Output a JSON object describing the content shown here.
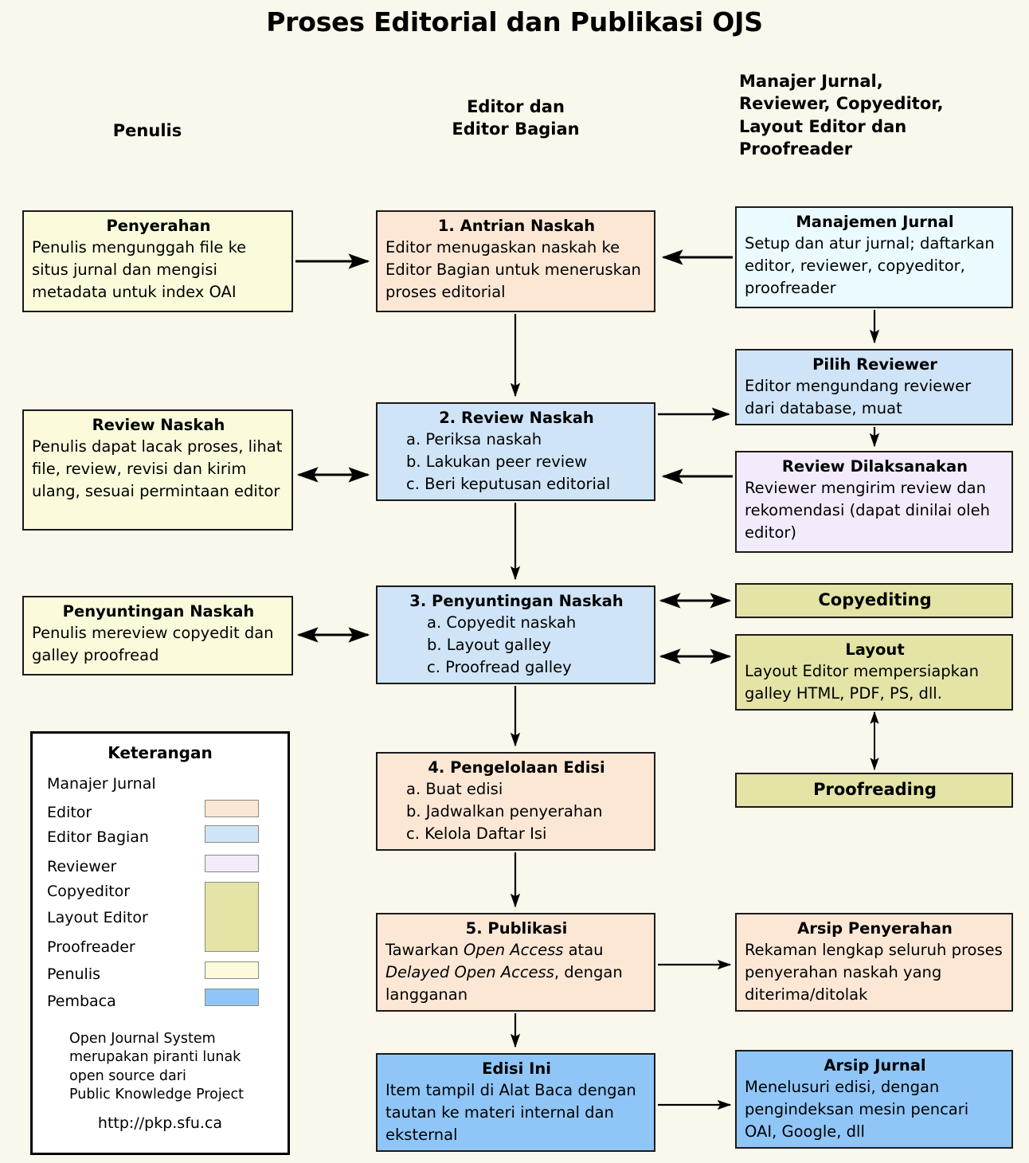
{
  "title": "Proses Editorial dan Publikasi OJS",
  "columns": [
    {
      "id": "penulis",
      "label": "Penulis"
    },
    {
      "id": "editor",
      "label": "Editor dan\nEditor Bagian"
    },
    {
      "id": "lainnya",
      "label": "Manajer Jurnal,\nReviewer, Copyeditor,\nLayout Editor dan\nProofreader"
    }
  ],
  "boxes": {
    "penyerahan": {
      "title": "Penyerahan",
      "body": "Penulis mengunggah file ke situs jurnal dan mengisi metadata untuk index OAI",
      "role": "Penulis",
      "color": "#fbfbdc"
    },
    "antrian_naskah": {
      "title": "1. Antrian Naskah",
      "body": "Editor menugaskan naskah ke Editor Bagian untuk meneruskan proses editorial",
      "role": "Editor",
      "color": "#fce7d5"
    },
    "manajemen_jurnal": {
      "title": "Manajemen Jurnal",
      "body": "Setup dan atur jurnal; daftarkan editor, reviewer, copyeditor, proofreader",
      "role": "Manajer Jurnal",
      "color": "#eafaff"
    },
    "review_naskah_penulis": {
      "title": "Review Naskah",
      "body": "Penulis dapat lacak proses, lihat file, review, revisi dan kirim ulang, sesuai permintaan editor",
      "role": "Penulis",
      "color": "#fbfbdc"
    },
    "review_naskah_editor": {
      "title": "2. Review Naskah",
      "lines": [
        "a. Periksa naskah",
        "b. Lakukan peer review",
        "c. Beri keputusan editorial"
      ],
      "role": "Editor Bagian",
      "color": "#cfe4f7"
    },
    "pilih_reviewer": {
      "title": "Pilih Reviewer",
      "body": "Editor mengundang reviewer dari database, muat",
      "role": "Editor Bagian",
      "color": "#cfe4f7"
    },
    "review_dilaksanakan": {
      "title": "Review Dilaksanakan",
      "body": "Reviewer mengirim review dan rekomendasi (dapat dinilai oleh editor)",
      "role": "Reviewer",
      "color": "#f3ebfb"
    },
    "penyuntingan_penulis": {
      "title": "Penyuntingan Naskah",
      "body": "Penulis mereview copyedit dan galley proofread",
      "role": "Penulis",
      "color": "#fbfbdc"
    },
    "penyuntingan_editor": {
      "title": "3. Penyuntingan Naskah",
      "lines": [
        "a. Copyedit naskah",
        "b. Layout galley",
        "c. Proofread galley"
      ],
      "role": "Editor Bagian",
      "color": "#cfe4f7"
    },
    "copyediting": {
      "title": "Copyediting",
      "role": "Copyeditor",
      "color": "#e3e4a6"
    },
    "layout": {
      "title": "Layout",
      "body": "Layout Editor mempersiapkan galley HTML, PDF, PS, dll.",
      "role": "Layout Editor",
      "color": "#e3e4a6"
    },
    "proofreading": {
      "title": "Proofreading",
      "role": "Proofreader",
      "color": "#e3e4a6"
    },
    "pengelolaan_edisi": {
      "title": "4. Pengelolaan Edisi",
      "lines": [
        "a. Buat edisi",
        "b. Jadwalkan penyerahan",
        "c. Kelola Daftar Isi"
      ],
      "role": "Editor",
      "color": "#fce7d5"
    },
    "publikasi": {
      "title": "5. Publikasi",
      "body_part1": "Tawarkan ",
      "body_italic1": "Open Access",
      "body_part2": " atau ",
      "body_italic2": "Delayed Open Access",
      "body_part3": ", dengan langganan",
      "role": "Editor",
      "color": "#fce7d5"
    },
    "arsip_penyerahan": {
      "title": "Arsip Penyerahan",
      "body": "Rekaman lengkap seluruh proses penyerahan naskah yang diterima/ditolak",
      "role": "Editor",
      "color": "#fce7d5"
    },
    "edisi_ini": {
      "title": "Edisi Ini",
      "body": "Item tampil di Alat Baca dengan tautan ke materi internal dan eksternal",
      "role": "Pembaca",
      "color": "#8fc6f7"
    },
    "arsip_jurnal": {
      "title": "Arsip Jurnal",
      "body": "Menelusuri edisi, dengan pengindeksan mesin pencari OAI, Google, dll",
      "role": "Pembaca",
      "color": "#8fc6f7"
    }
  },
  "legend": {
    "title": "Keterangan",
    "entries": [
      {
        "label": "Manajer Jurnal",
        "color": "#eafaff",
        "swatch": false
      },
      {
        "label": "Editor",
        "color": "#fce7d5",
        "swatch": true
      },
      {
        "label": "Editor Bagian",
        "color": "#cfe4f7",
        "swatch": true
      },
      {
        "label": "Reviewer",
        "color": "#f3ebfb",
        "swatch": true
      },
      {
        "label": "Copyeditor",
        "color": "#e3e4a6",
        "swatch": true
      },
      {
        "label": "Layout Editor",
        "color": "#e3e4a6",
        "swatch": false
      },
      {
        "label": "Proofreader",
        "color": "#e3e4a6",
        "swatch": false
      },
      {
        "label": "Penulis",
        "color": "#fbfbdc",
        "swatch": true
      },
      {
        "label": "Pembaca",
        "color": "#8fc6f7",
        "swatch": true
      }
    ],
    "note": "Open Journal System\nmerupakan piranti lunak\nopen source dari\nPublic Knowledge Project",
    "url": "http://pkp.sfu.ca"
  },
  "background_color": "#faf8ec"
}
